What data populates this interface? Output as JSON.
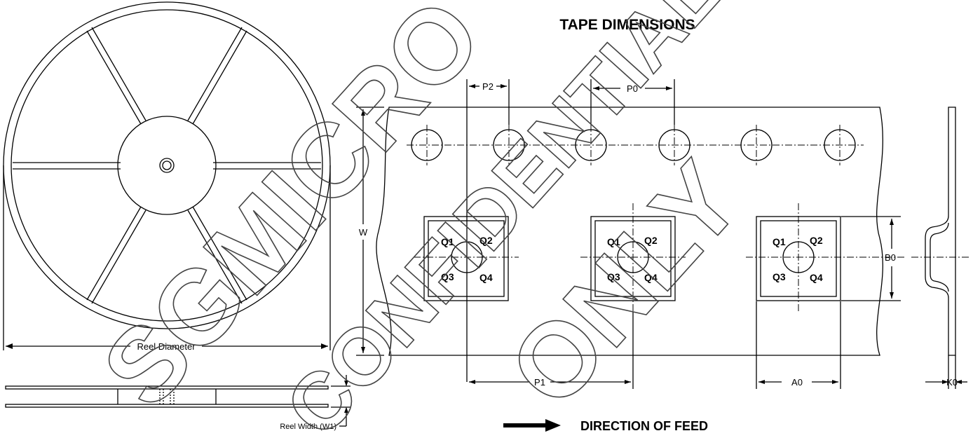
{
  "title": "TAPE DIMENSIONS",
  "reel": {
    "diameter_label": "Reel Diameter",
    "width_label": "Reel Width (W1)"
  },
  "tape": {
    "dims": {
      "p2": "P2",
      "p0": "P0",
      "p1": "P1",
      "w": "W",
      "a0": "A0",
      "b0": "B0",
      "k0": "K0"
    },
    "quadrants": [
      "Q1",
      "Q2",
      "Q3",
      "Q4"
    ]
  },
  "feed_label": "DIRECTION OF FEED",
  "watermark": {
    "word1": "SGMICRO",
    "word2": "CONFIDENTIAL",
    "word3": "ONLY"
  }
}
